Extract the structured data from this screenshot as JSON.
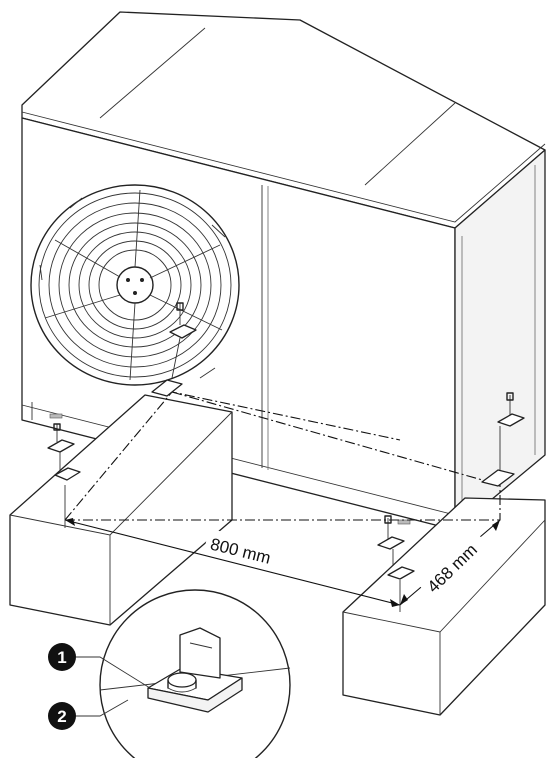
{
  "dimensions": {
    "width_label": "800 mm",
    "depth_label": "468 mm"
  },
  "callouts": [
    {
      "number": "1"
    },
    {
      "number": "2"
    }
  ],
  "colors": {
    "line": "#222222",
    "callout_fill": "#111111"
  }
}
